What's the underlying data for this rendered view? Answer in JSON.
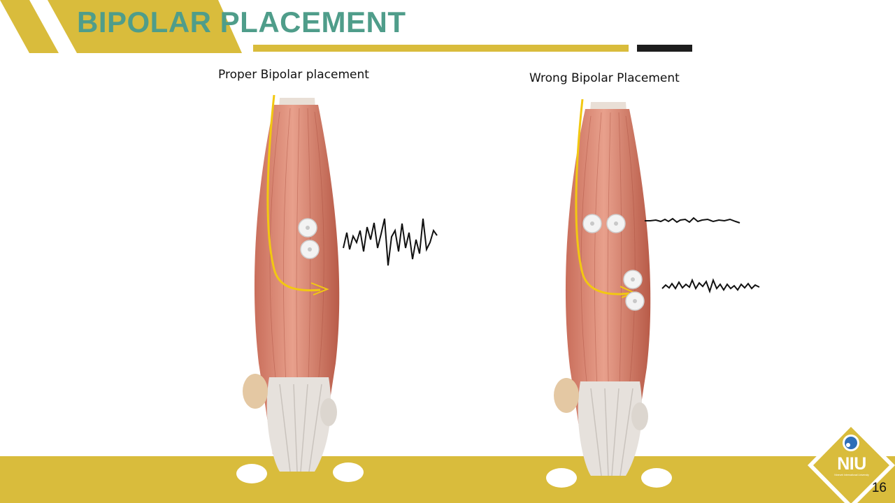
{
  "slide": {
    "title": "BIPOLAR PLACEMENT",
    "page_number": "16",
    "accent_color": "#d9bc3c",
    "title_color": "#4f9d8a",
    "dark_bar_color": "#1d1d1d"
  },
  "panels": [
    {
      "caption": "Proper Bipolar placement",
      "signal_quality": "strong"
    },
    {
      "caption": "Wrong Bipolar Placement",
      "signal_quality": "weak"
    }
  ],
  "logo": {
    "text": "NIU",
    "subtitle": "Nineveh International University",
    "icon": "university-emblem-icon"
  }
}
